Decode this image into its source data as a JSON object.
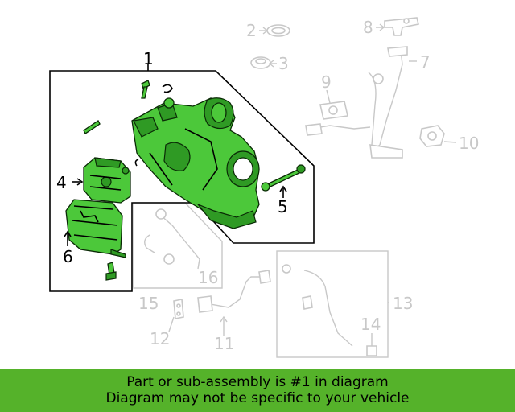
{
  "diagram": {
    "callouts": {
      "c1": "1",
      "c2": "2",
      "c3": "3",
      "c4": "4",
      "c5": "5",
      "c6": "6",
      "c7": "7",
      "c8": "8",
      "c9": "9",
      "c10": "10",
      "c11": "11",
      "c12": "12",
      "c13": "13",
      "c14": "14",
      "c15": "15",
      "c16": "16"
    },
    "highlight_color": "#4cc83a",
    "dim_color": "#c8c8c8"
  },
  "banner": {
    "line1": "Part or sub-assembly is #1 in diagram",
    "line2": "Diagram may not be specific to your vehicle",
    "background_color": "#55b22a"
  }
}
